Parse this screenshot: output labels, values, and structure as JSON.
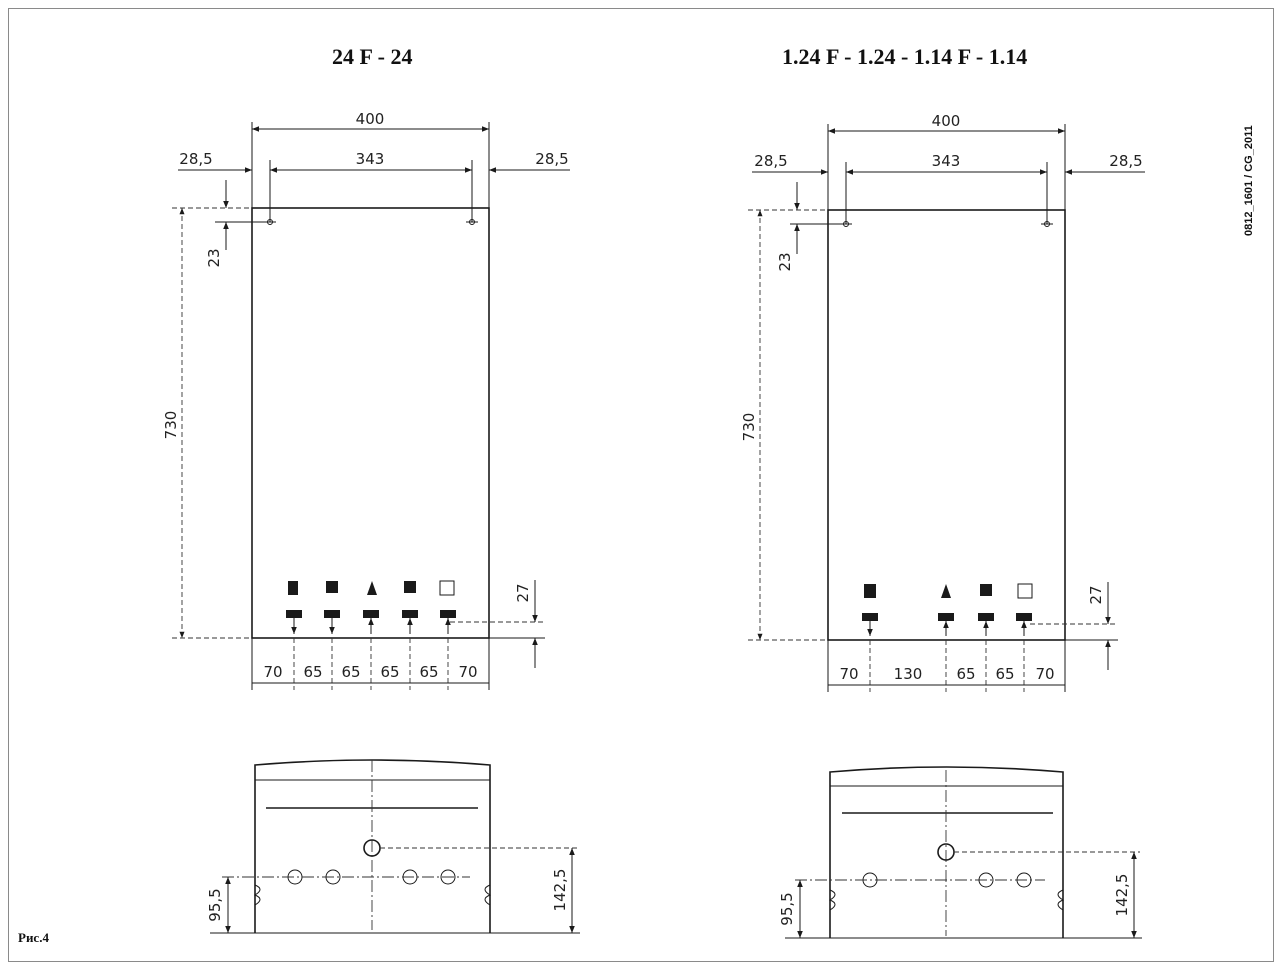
{
  "titles": {
    "left": "24 F - 24",
    "right": "1.24 F - 1.24 - 1.14 F - 1.14"
  },
  "drawing_code": "0812_1601 / CG_2011",
  "figure_label": "Рис.4",
  "left": {
    "width": "400",
    "hole_spacing": "343",
    "side_left": "28,5",
    "side_right": "28,5",
    "top_offset": "23",
    "height": "730",
    "bottom_offset": "27",
    "bottom_spacings": [
      "70",
      "65",
      "65",
      "65",
      "65",
      "70"
    ],
    "depth_low": "95,5",
    "depth_high": "142,5"
  },
  "right": {
    "width": "400",
    "hole_spacing": "343",
    "side_left": "28,5",
    "side_right": "28,5",
    "top_offset": "23",
    "height": "730",
    "bottom_offset": "27",
    "bottom_spacings": [
      "70",
      "130",
      "65",
      "65",
      "70"
    ],
    "depth_low": "95,5",
    "depth_high": "142,5"
  }
}
